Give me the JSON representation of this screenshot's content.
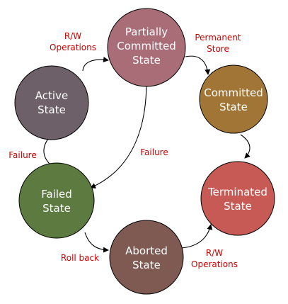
{
  "diagram": {
    "nodes": [
      {
        "id": "partially_committed",
        "lines": [
          "Partially",
          "Committed",
          "State"
        ],
        "color": "#a86d77"
      },
      {
        "id": "committed",
        "lines": [
          "Committed",
          "State"
        ],
        "color": "#a07535"
      },
      {
        "id": "active",
        "lines": [
          "Active",
          "State"
        ],
        "color": "#6e6068"
      },
      {
        "id": "failed",
        "lines": [
          "Failed",
          "State"
        ],
        "color": "#5d7a40"
      },
      {
        "id": "terminated",
        "lines": [
          "Terminated",
          "State"
        ],
        "color": "#c75a55"
      },
      {
        "id": "aborted",
        "lines": [
          "Aborted",
          "State"
        ],
        "color": "#7e5a52"
      }
    ],
    "edge_labels": {
      "rw_operations_top": [
        "R/W",
        "Operations"
      ],
      "permanent_store": [
        "Permanent",
        "Store"
      ],
      "failure_active": "Failure",
      "failure_partial": "Failure",
      "roll_back": "Roll back",
      "rw_operations_bottom": [
        "R/W",
        "Operations"
      ]
    },
    "edge_color": "#000000",
    "label_color": "#cc0000"
  }
}
